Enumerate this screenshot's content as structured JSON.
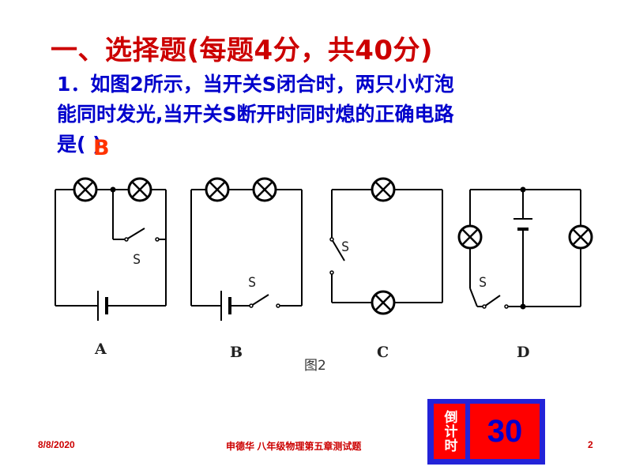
{
  "slide": {
    "heading": "一、选择题(每题4分，共40分)",
    "question_lines": [
      "1．如图2所示，当开关S闭合时，两只小灯泡",
      "能同时发光,当开关S断开时同时熄的正确电路",
      "是(      )"
    ],
    "answer": "B",
    "figure": {
      "caption": "图2",
      "labels": {
        "a": "A",
        "b": "B",
        "c": "C",
        "d": "D"
      },
      "switch_label": "S"
    }
  },
  "footer": {
    "date": "8/8/2020",
    "center": "申德华   八年级物理第五章测试题",
    "page": "2"
  },
  "timer": {
    "label": "倒计时",
    "count": "30"
  },
  "colors": {
    "heading": "#cc0000",
    "question": "#0000cc",
    "answer": "#ff3300",
    "timer_frame": "#2323d8",
    "timer_fill": "#ff0000"
  }
}
